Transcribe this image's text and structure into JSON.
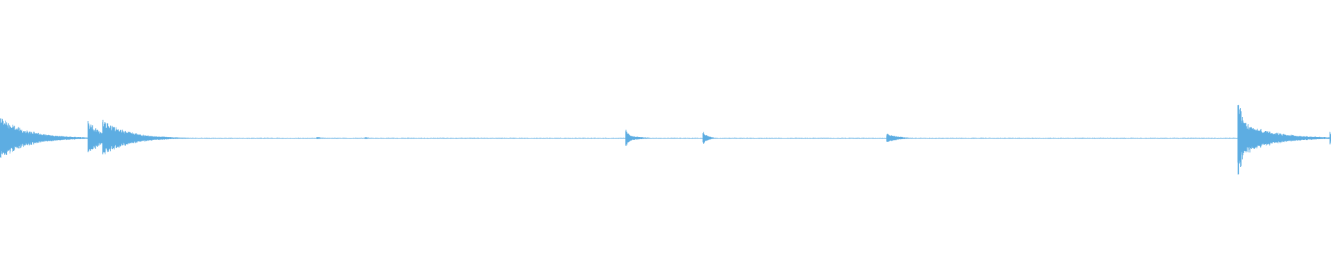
{
  "waveform": {
    "color": "#5DADE2",
    "background": "#ffffff",
    "baseline_amplitude": 0.004,
    "transients": [
      {
        "t": 0.0,
        "peak": 0.17,
        "decay": 0.02
      },
      {
        "t": 0.066,
        "peak": 0.13,
        "decay": 0.012
      },
      {
        "t": 0.077,
        "peak": 0.15,
        "decay": 0.018
      },
      {
        "t": 0.238,
        "peak": 0.01,
        "decay": 0.006
      },
      {
        "t": 0.274,
        "peak": 0.01,
        "decay": 0.004
      },
      {
        "t": 0.47,
        "peak": 0.08,
        "decay": 0.003
      },
      {
        "t": 0.473,
        "peak": 0.02,
        "decay": 0.01
      },
      {
        "t": 0.528,
        "peak": 0.05,
        "decay": 0.004
      },
      {
        "t": 0.666,
        "peak": 0.04,
        "decay": 0.008
      },
      {
        "t": 0.93,
        "peak": 0.34,
        "decay": 0.006
      },
      {
        "t": 0.933,
        "peak": 0.14,
        "decay": 0.022
      },
      {
        "t": 0.999,
        "peak": 0.06,
        "decay": 0.002
      }
    ]
  }
}
